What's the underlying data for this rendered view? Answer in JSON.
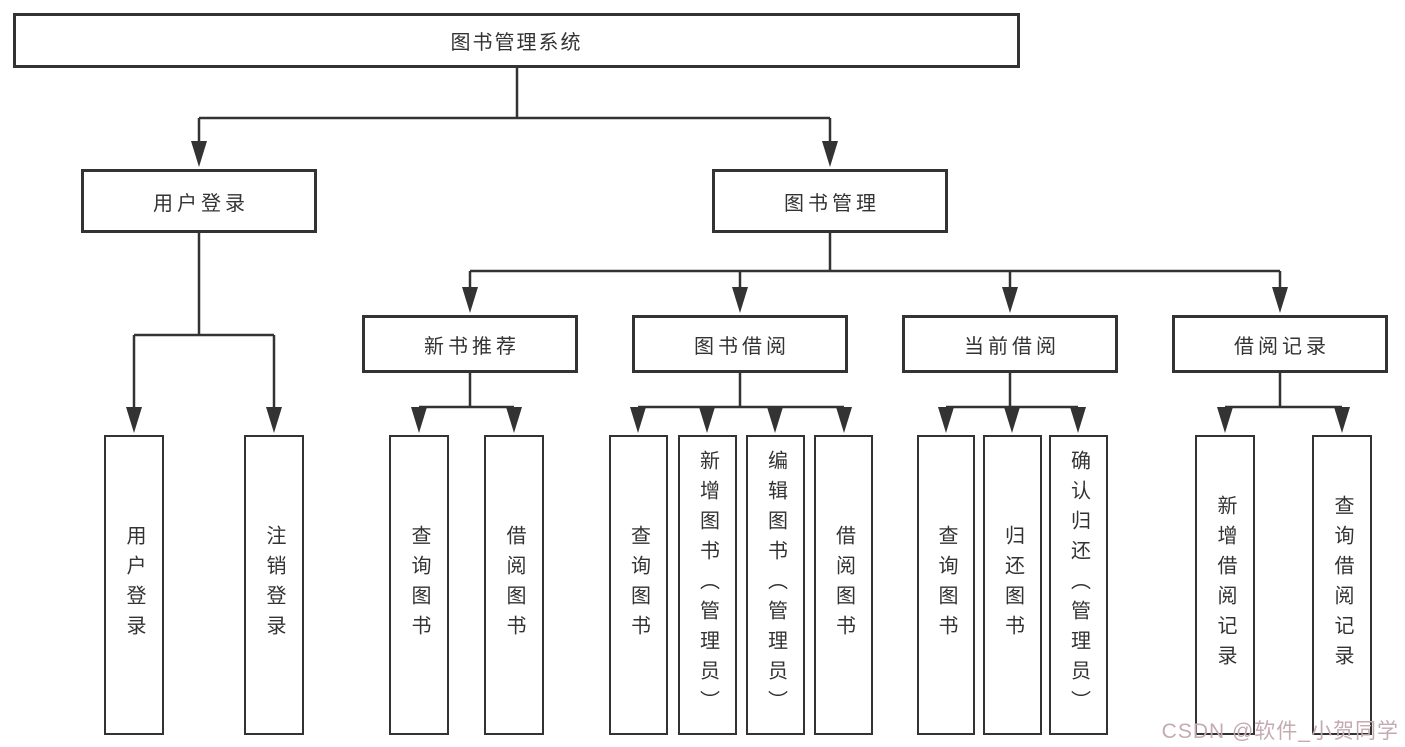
{
  "diagram": {
    "root": {
      "label": "图书管理系统"
    },
    "level2": [
      {
        "id": "user-login",
        "label": "用户登录"
      },
      {
        "id": "book-management",
        "label": "图书管理"
      }
    ],
    "level3": [
      {
        "id": "new-book-recommend",
        "label": "新书推荐"
      },
      {
        "id": "book-borrow",
        "label": "图书借阅"
      },
      {
        "id": "current-borrow",
        "label": "当前借阅"
      },
      {
        "id": "borrow-records",
        "label": "借阅记录"
      }
    ],
    "leaves": {
      "user_login": [
        "用户登录",
        "注销登录"
      ],
      "new_book": [
        "查询图书",
        "借阅图书"
      ],
      "book_borrow": [
        "查询图书",
        "新增图书（管理员）",
        "编辑图书（管理员）",
        "借阅图书"
      ],
      "current_borrow": [
        "查询图书",
        "归还图书",
        "确认归还（管理员）"
      ],
      "borrow_records": [
        "新增借阅记录",
        "查询借阅记录"
      ]
    }
  },
  "watermark": {
    "text": "CSDN @软件_小贺同学",
    "color": "#c4abb2"
  },
  "colors": {
    "line": "#333333",
    "text": "#333333",
    "background": "#ffffff"
  }
}
